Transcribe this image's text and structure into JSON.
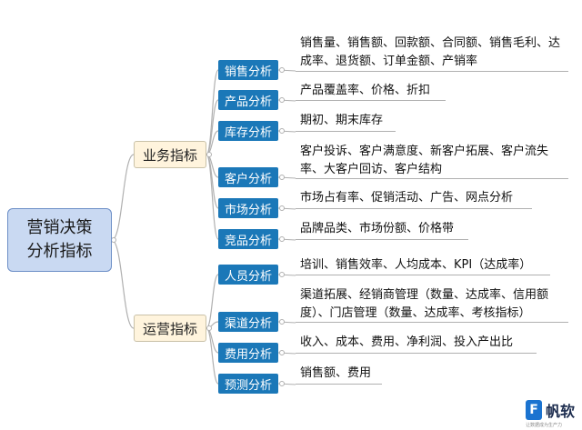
{
  "root": {
    "line1": "营销决策",
    "line2": "分析指标"
  },
  "groups": [
    {
      "label": "业务指标",
      "items": [
        {
          "label": "销售分析",
          "lines": [
            "销售量、销售额、回款额、合同额、销售毛利、达",
            "成率、退货额、订单金额、产销率"
          ]
        },
        {
          "label": "产品分析",
          "lines": [
            "产品覆盖率、价格、折扣"
          ]
        },
        {
          "label": "库存分析",
          "lines": [
            "期初、期末库存"
          ]
        },
        {
          "label": "客户分析",
          "lines": [
            "客户投诉、客户满意度、新客户拓展、客户流失",
            "率、大客户回访、客户结构"
          ]
        },
        {
          "label": "市场分析",
          "lines": [
            "市场占有率、促销活动、广告、网点分析"
          ]
        },
        {
          "label": "竞品分析",
          "lines": [
            "品牌品类、市场份额、价格带"
          ]
        }
      ]
    },
    {
      "label": "运营指标",
      "items": [
        {
          "label": "人员分析",
          "lines": [
            "培训、销售效率、人均成本、KPI（达成率）"
          ]
        },
        {
          "label": "渠道分析",
          "lines": [
            "渠道拓展、经销商管理（数量、达成率、信用额",
            "度）、门店管理（数量、达成率、考核指标）"
          ]
        },
        {
          "label": "费用分析",
          "lines": [
            "收入、成本、费用、净利润、投入产出比"
          ]
        },
        {
          "label": "预测分析",
          "lines": [
            "销售额、费用"
          ]
        }
      ]
    }
  ],
  "logo": {
    "text": "帆软",
    "mark": "F",
    "sub": "让数据成为生产力"
  },
  "colors": {
    "branch": "#1b78b8",
    "root_fill": "#c9d9f2",
    "group_fill": "#fff4dd",
    "connector": "#b0b0b0"
  }
}
